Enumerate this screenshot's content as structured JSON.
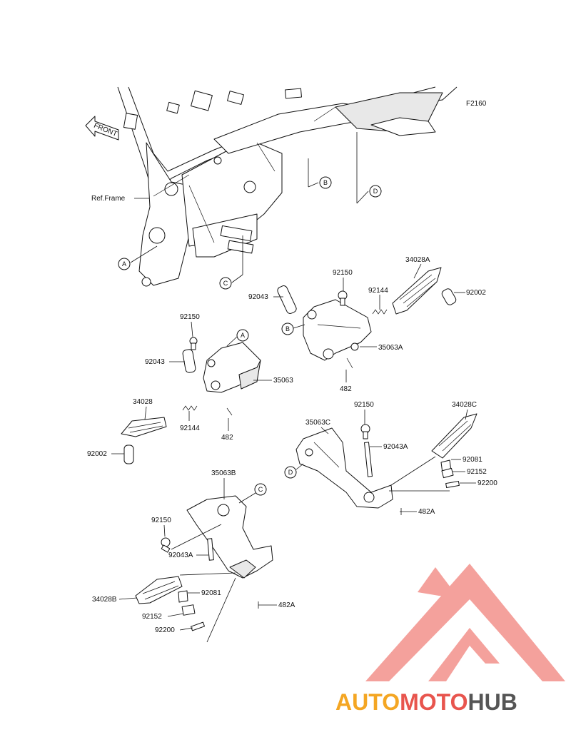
{
  "figure_code": "F2160",
  "front_label": "FRONT",
  "ref_frame_label": "Ref.Frame",
  "colors": {
    "line": "#111111",
    "watermark_red": "#e8554e",
    "watermark_orange": "#f4a623",
    "watermark_grey": "#555555"
  },
  "watermark": {
    "part1": "AUTO",
    "part2": "MOTO",
    "part3": "HUB"
  },
  "callouts": {
    "A": "A",
    "B": "B",
    "C": "C",
    "D": "D"
  },
  "parts": {
    "p34028A": "34028A",
    "p92002_r": "92002",
    "p92150_r": "92150",
    "p92144_r": "92144",
    "p92043_r": "92043",
    "p35063A": "35063A",
    "p482_r": "482",
    "p92150_l": "92150",
    "p92043_l": "92043",
    "p35063": "35063",
    "p34028": "34028",
    "p92144_l": "92144",
    "p482_l": "482",
    "p92002_l": "92002",
    "p92150_c": "92150",
    "p35063C": "35063C",
    "p34028C": "34028C",
    "p92043A_c": "92043A",
    "p92081_c": "92081",
    "p92152_c": "92152",
    "p92200_c": "92200",
    "p482A_c": "482A",
    "p35063B": "35063B",
    "p92150_b": "92150",
    "p92043A_b": "92043A",
    "p34028B": "34028B",
    "p92081_b": "92081",
    "p92152_b": "92152",
    "p92200_b": "92200",
    "p482A_b": "482A"
  }
}
